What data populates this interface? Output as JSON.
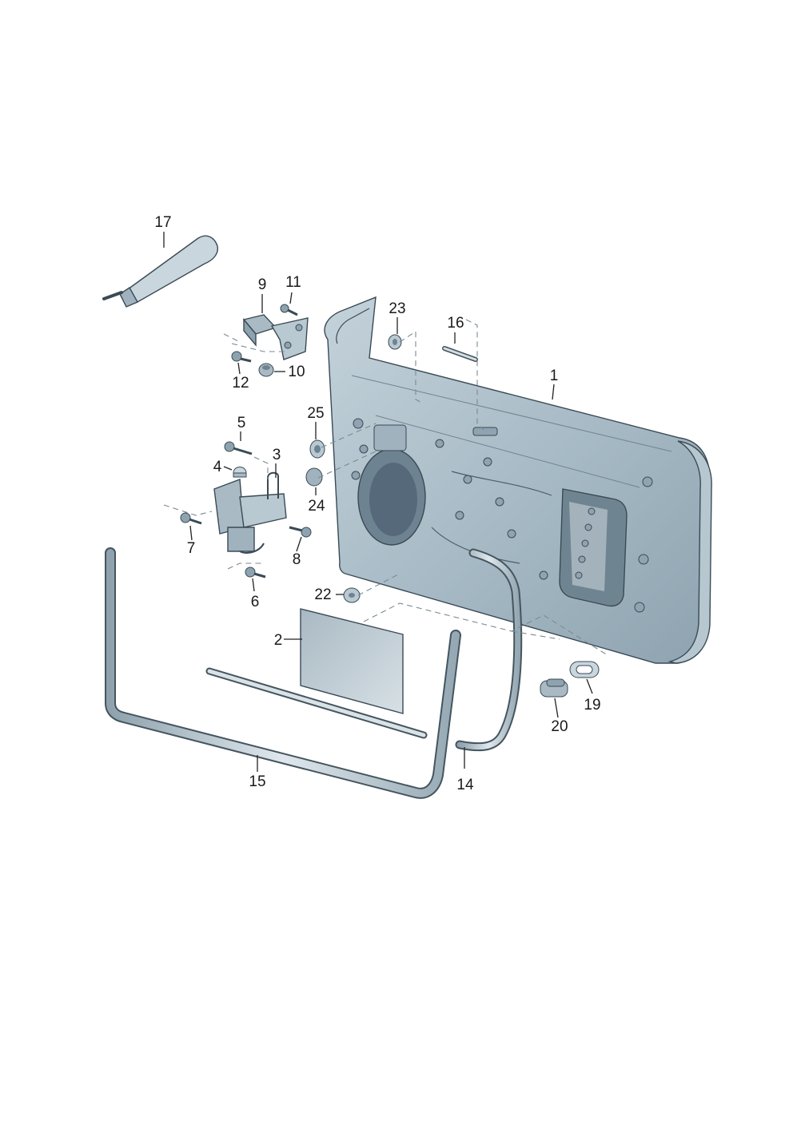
{
  "diagram": {
    "callouts": [
      "1",
      "2",
      "3",
      "4",
      "5",
      "6",
      "7",
      "8",
      "9",
      "10",
      "11",
      "12",
      "14",
      "15",
      "16",
      "17",
      "19",
      "20",
      "22",
      "23",
      "24",
      "25"
    ]
  }
}
